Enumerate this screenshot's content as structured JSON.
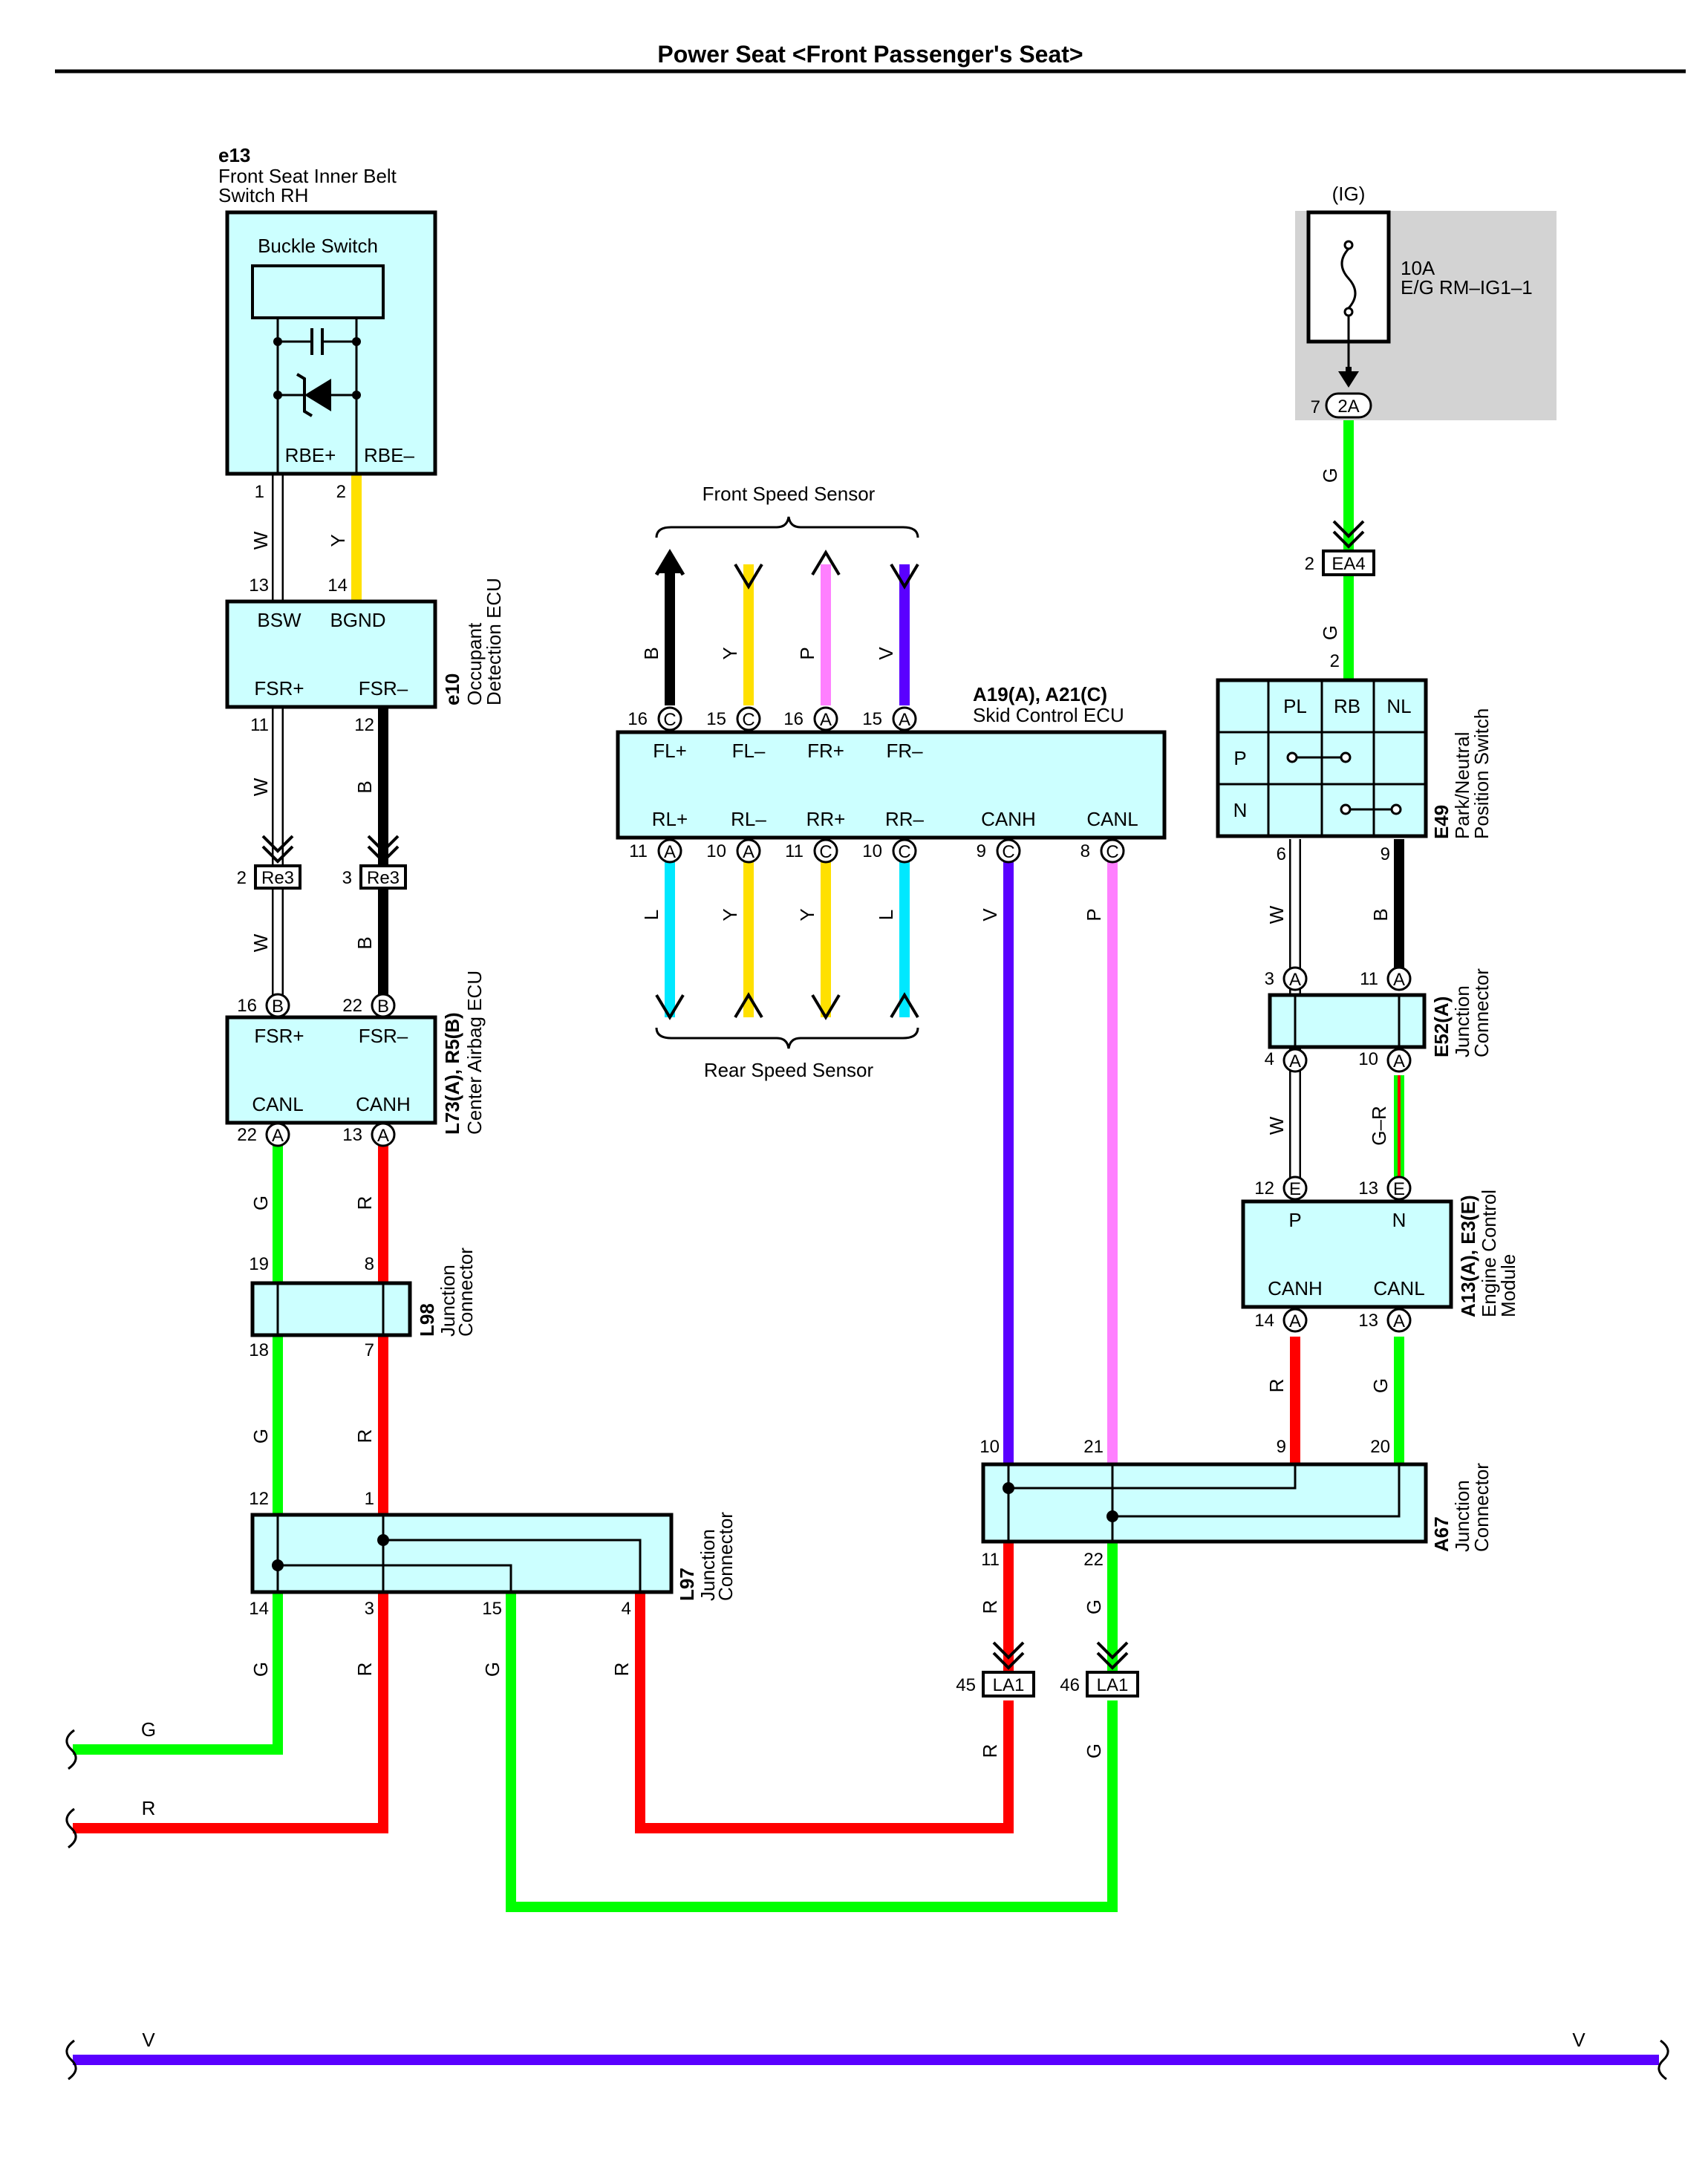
{
  "title": "Power Seat <Front Passenger's Seat>",
  "colors": {
    "G": "#00ff00",
    "R": "#ff0000",
    "B": "#000000",
    "W": "#ffffff",
    "Y": "#ffe000",
    "P": "#ff80ff",
    "V": "#5a00ff",
    "L": "#00e8ff",
    "component_fill": "#ccffff",
    "fuse_area": "#d3d3d3"
  },
  "components": {
    "e13": {
      "code": "e13",
      "name_line1": "Front Seat Inner Belt",
      "name_line2": "Switch RH",
      "inner_label": "Buckle Switch",
      "pin_left": "RBE+",
      "pin_right": "RBE–"
    },
    "e10": {
      "code": "e10",
      "name_line1": "Occupant",
      "name_line2": "Detection ECU",
      "pins": [
        "BSW",
        "BGND",
        "FSR+",
        "FSR–"
      ]
    },
    "l73": {
      "code": "L73(A), R5(B)",
      "name": "Center Airbag ECU",
      "pins": [
        "FSR+",
        "FSR–",
        "CANL",
        "CANH"
      ]
    },
    "l98": {
      "code": "L98",
      "name_line1": "Junction",
      "name_line2": "Connector"
    },
    "l97": {
      "code": "L97",
      "name_line1": "Junction",
      "name_line2": "Connector"
    },
    "skid": {
      "code": "A19(A), A21(C)",
      "name": "Skid Control ECU",
      "top_pins": [
        "FL+",
        "FL–",
        "FR+",
        "FR–"
      ],
      "bottom_pins": [
        "RL+",
        "RL–",
        "RR+",
        "RR–",
        "CANH",
        "CANL"
      ],
      "front_sensor": "Front Speed Sensor",
      "rear_sensor": "Rear Speed Sensor"
    },
    "fuse": {
      "group": "(IG)",
      "rating": "10A",
      "name": "E/G RM–IG1–1",
      "connector": "2A",
      "pin": "7"
    },
    "e49": {
      "code": "E49",
      "name_line1": "Park/Neutral",
      "name_line2": "Position Switch",
      "cols": [
        "PL",
        "RB",
        "NL"
      ],
      "rows": [
        "P",
        "N"
      ]
    },
    "e52": {
      "code": "E52(A)",
      "name_line1": "Junction",
      "name_line2": "Connector"
    },
    "ecm": {
      "code": "A13(A), E3(E)",
      "name_line1": "Engine Control",
      "name_line2": "Module",
      "pins": [
        "P",
        "N",
        "CANH",
        "CANL"
      ]
    },
    "a67": {
      "code": "A67",
      "name_line1": "Junction",
      "name_line2": "Connector"
    }
  },
  "connectors": {
    "re3": "Re3",
    "ea4": "EA4",
    "la1": "LA1"
  },
  "pin_letters": {
    "A": "A",
    "B": "B",
    "C": "C",
    "E": "E"
  },
  "pin_numbers": {
    "e13_1": "1",
    "e13_2": "2",
    "e10_13": "13",
    "e10_14": "14",
    "e10_11": "11",
    "e10_12": "12",
    "re3_2": "2",
    "re3_3": "3",
    "l73_16": "16",
    "l73_22": "22",
    "l73_22a": "22",
    "l73_13": "13",
    "l98_19": "19",
    "l98_8": "8",
    "l98_18": "18",
    "l98_7": "7",
    "l97_12": "12",
    "l97_1": "1",
    "l97_14": "14",
    "l97_3": "3",
    "l97_15": "15",
    "l97_4": "4",
    "fl_p": "16",
    "fl_m": "15",
    "fr_p": "16",
    "fr_m": "15",
    "rl_p": "11",
    "rl_m": "10",
    "rr_p": "11",
    "rr_m": "10",
    "canh": "9",
    "canl": "8",
    "ea4_2": "2",
    "e49_2": "2",
    "e49_6": "6",
    "e49_9": "9",
    "e52_3": "3",
    "e52_11": "11",
    "e52_4": "4",
    "e52_10": "10",
    "ecm_12": "12",
    "ecm_13": "13",
    "ecm_14": "14",
    "ecm_13b": "13",
    "a67_10": "10",
    "a67_21": "21",
    "a67_9": "9",
    "a67_20": "20",
    "a67_11": "11",
    "a67_22": "22",
    "la1_45": "45",
    "la1_46": "46"
  },
  "wire_labels": {
    "W": "W",
    "Y": "Y",
    "B": "B",
    "G": "G",
    "R": "R",
    "P": "P",
    "V": "V",
    "L": "L",
    "GR": "G–R"
  }
}
